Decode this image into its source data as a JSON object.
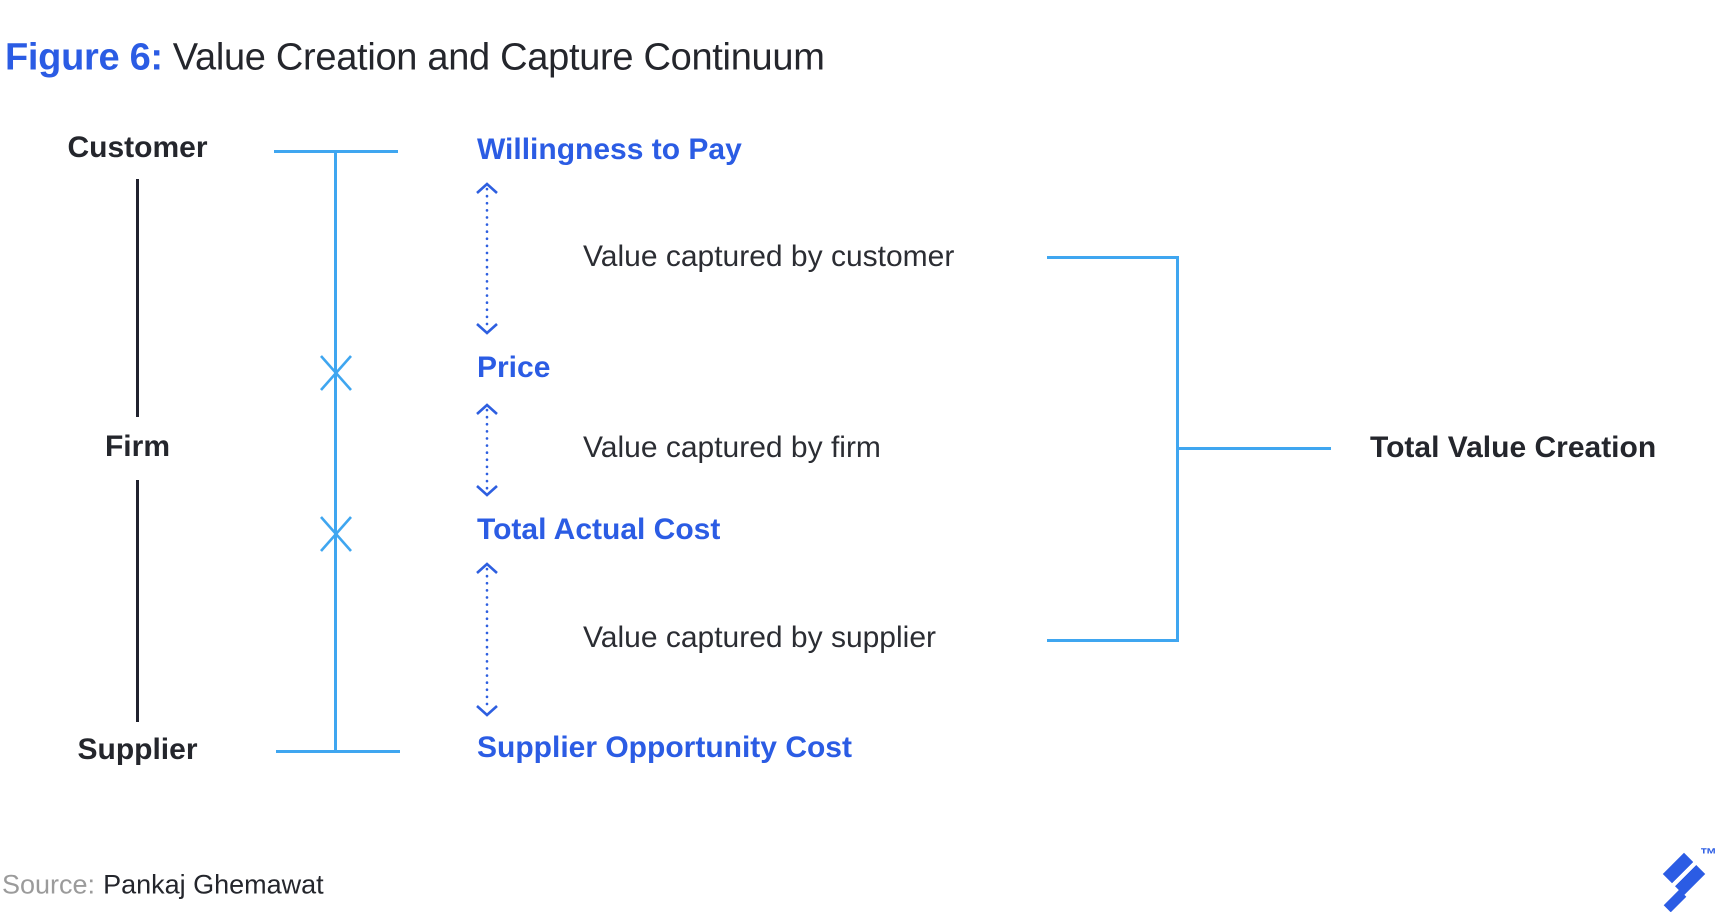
{
  "figure": {
    "label": "Figure 6:",
    "title": "Value Creation and Capture Continuum"
  },
  "actors": [
    "Customer",
    "Firm",
    "Supplier"
  ],
  "value_levels": [
    "Willingness to Pay",
    "Price",
    "Total Actual Cost",
    "Supplier Opportunity Cost"
  ],
  "value_captures": [
    "Value captured by customer",
    "Value captured by firm",
    "Value captured by supplier"
  ],
  "total_label": "Total Value Creation",
  "source": {
    "prefix": "Source:",
    "author": "Pankaj Ghemawat"
  },
  "logo": {
    "trademark": "™"
  },
  "colors": {
    "accent_blue": "#2b5ce4",
    "light_blue": "#3fa6f0",
    "dark_line": "#20222e",
    "text_dark": "#24262c",
    "text_gray": "#9b9b9b"
  }
}
